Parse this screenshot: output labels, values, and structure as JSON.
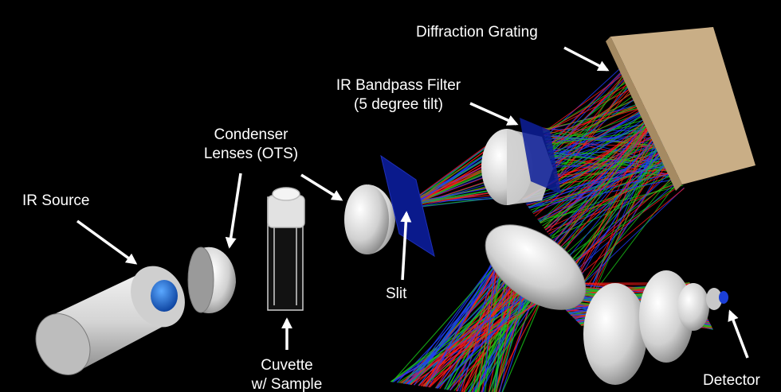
{
  "labels": {
    "ir_source": "IR Source",
    "condenser_line1": "Condenser",
    "condenser_line2": "Lenses (OTS)",
    "cuvette_line1": "Cuvette",
    "cuvette_line2": "w/ Sample",
    "slit": "Slit",
    "filter_line1": "IR Bandpass Filter",
    "filter_line2": "(5 degree tilt)",
    "grating": "Diffraction Grating",
    "detector": "Detector"
  },
  "colors": {
    "background": "#000000",
    "component_gray": "#d9d9d9",
    "source_tip": "#1565c0",
    "slit_blue": "#0a1a8c",
    "grating_tan": "#c9ae86",
    "ray_colors": [
      "#ff1a1a",
      "#19c419",
      "#1f3dff"
    ]
  }
}
